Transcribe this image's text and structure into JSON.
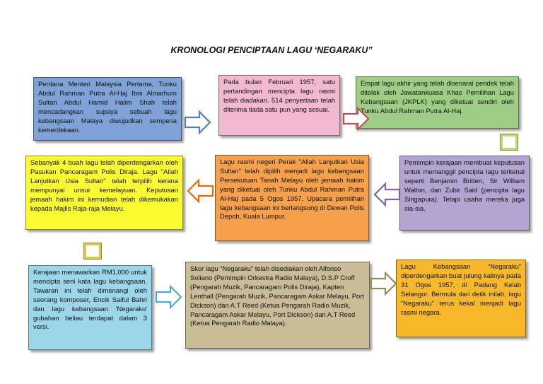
{
  "title": "KRONOLOGI PENCIPTAAN LAGU ‘NEGARAKU”",
  "boxes": {
    "b1": "Perdana Menteri Malaysia Pertama, Tunku Abdul Rahman Putra Al-Haj Ibni Almarhum Sultan Abdul Hamid Halim Shah telah mencadangkan supaya sebuah lagu kebangsaan Malaya diwujudkan sempena kemerdekaan.",
    "b2": "Pada bulan Februari 1957, satu pertandingan mencipta lagu rasmi telah diadakan. 514 penyertaan telah diterima tiada satu pun yang sesuai.",
    "b3": "Empat lagu akhir yang telah disenarai pendek telah ditolak oleh Jawatankuasa Khas Pemilihan Lagu Kebangsaan (JKPLK) yang diketuai sendiri oleh Tunku Abdul Rahman Putra Al-Haj.",
    "b4": "Pemimpin kerajaan membuat keputusan untuk memanggil pencipta lagu terkenal seperti Benjamin Britten, Sir William Walton, dan Zubir Said (pencipta lagu Singapura). Tetapi usaha mereka juga sia-sia.",
    "b5": "Lagu rasmi negeri Perak \"Allah Lanjutkan Usia Sultan\" telah dipilih menjadi lagu kebangsaan Persekutuan Tanah Melayu oleh jemaah hakim yang diketuai oleh Tunku Abdul Rahman Putra Al-Haj pada 5 Ogos 1957. Upacara pemilihan lagu kebangsaan ini berlangsung di Dewan Polis Depoh, Kuala Lumpur.",
    "b6": "Sebanyak 4 buah lagu telah diperdengarkan oleh Pasukan Pancaragam Polis Diraja. Lagu \"Allah Lanjutkan Usia Sultan\" telah terpilih kerana mempunyai unsur kemelayuan. Keputusan jemaah hakim ini kemudian telah dikemukakan kepada Majlis Raja-raja Melayu.",
    "b7": "Kerajaan menawarkan RM1,000 untuk mencipta seni kata lagu kebangsaan. Tawaran ini telah dimenangi oleh seorang komposer, Encik Saiful Bahri dan lagu kebangsaan 'Negaraku' gubahan beliau terdapat dalam 3 versi.",
    "b8": "Skor lagu “Negaraku” telah disediakan oleh Alfonso Soliano (Pemimpin Orkestra Radio Malaya), D.S.P Croff (Pengarah Muzik, Pancaragam Polis Diraja), Kapten Lenthall (Pengarah Muzik, Pancaragam Askar Melayu, Port Dickson) dan A.T Reed (Ketua Pengarah Radio Muzik, Pancaragam Askar Melayu, Port Dickson) dan A.T Reed (Ketua Pengarah Radio Malaya).",
    "b9": "Lagu Kebangsaan “Negaraku” diperdengarkan buat julung kalinya pada 31 Ogos 1957, di Padang Kelab Selangor. Bermula dari detik inilah, lagu “Negaraku” terus kekal menjadi lagu rasmi negara."
  },
  "colors": {
    "b1": "#7fa3d6",
    "b2": "#f2b8cf",
    "b3": "#9ece86",
    "b4": "#b3a4d1",
    "b5": "#f5a04b",
    "b6": "#fafa30",
    "b7": "#9bd7e8",
    "b8": "#c9bd98",
    "b9": "#f7b92a"
  }
}
